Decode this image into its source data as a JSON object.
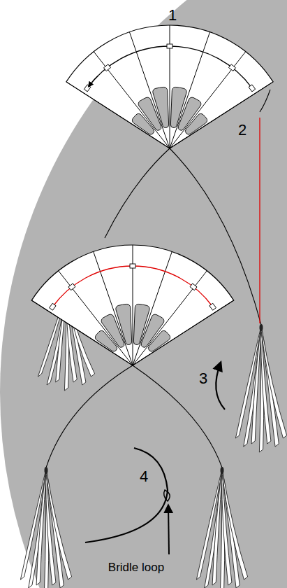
{
  "diagram": {
    "labels": [
      "1",
      "2",
      "3",
      "4",
      "Bridle loop"
    ]
  }
}
